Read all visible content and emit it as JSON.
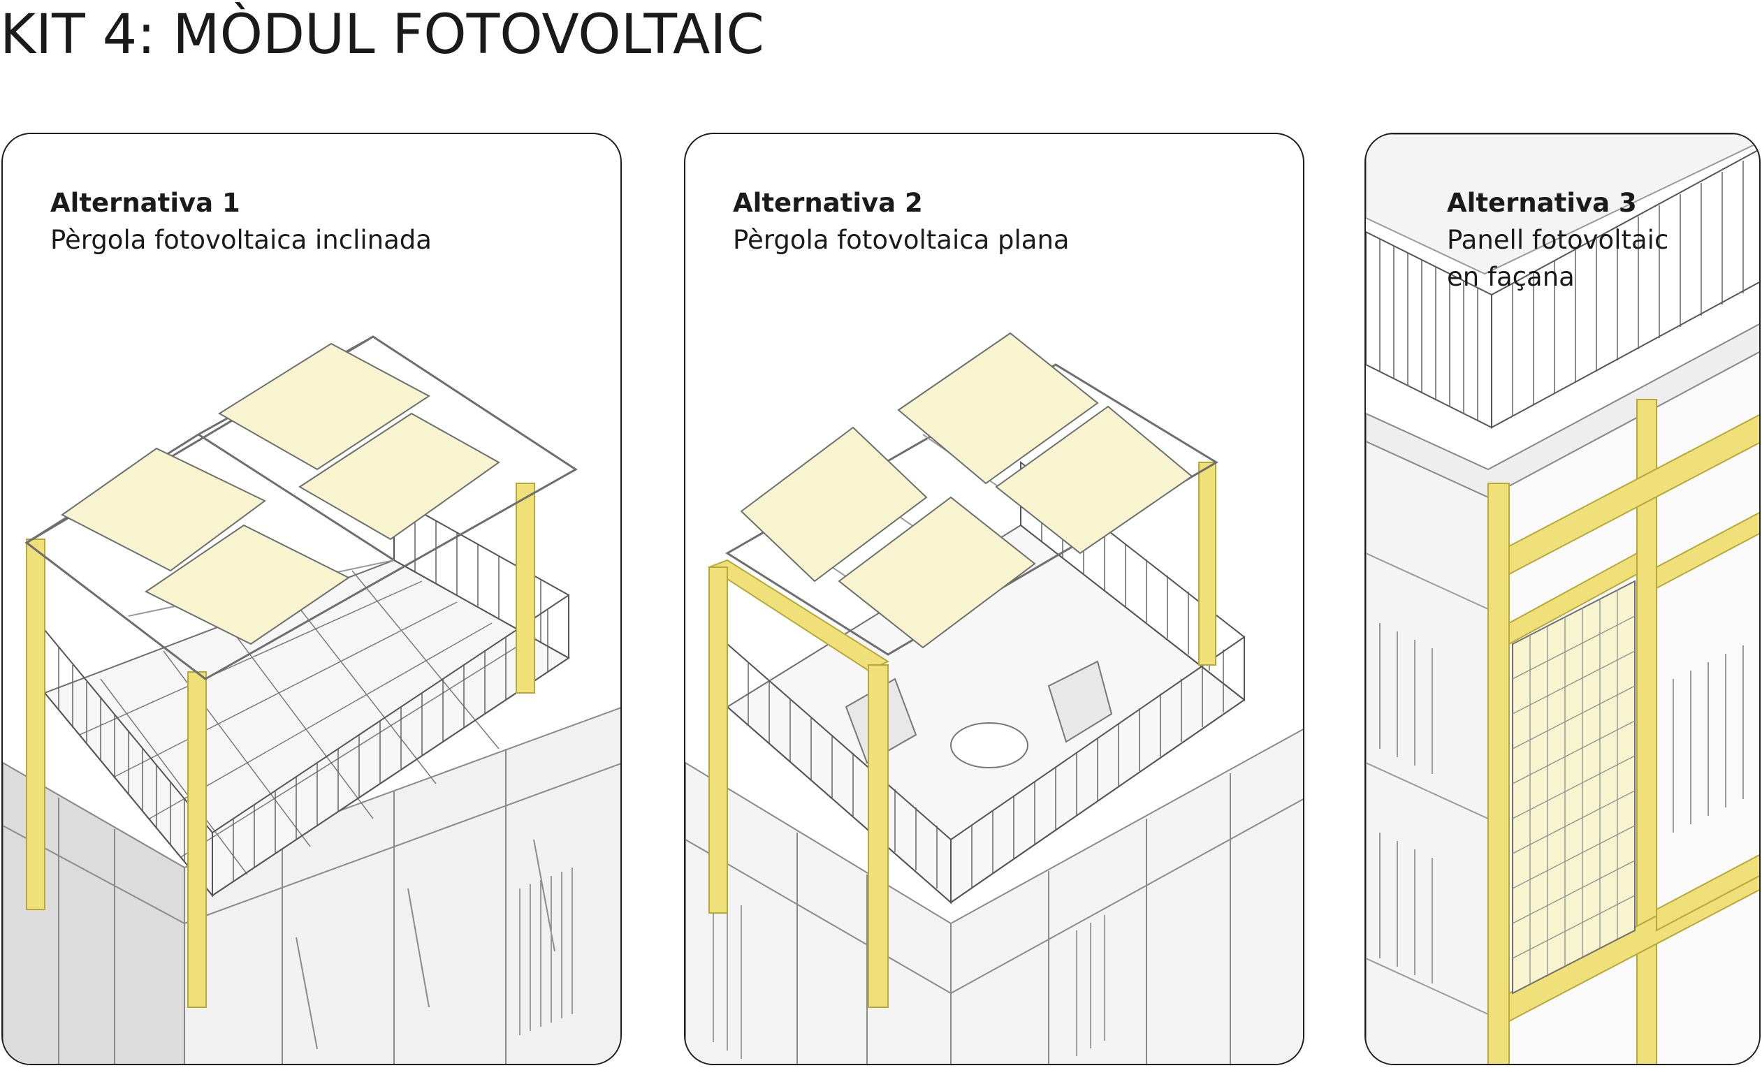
{
  "title": "KIT 4: MÒDUL FOTOVOLTAIC",
  "colors": {
    "panel_fill": "#f8f4cf",
    "structure_yellow": "#f0e07a",
    "line": "#6e6e6e",
    "card_border": "#1f1f1f"
  },
  "alternatives": [
    {
      "title": "Alternativa 1",
      "description": "Pèrgola fotovoltaica inclinada"
    },
    {
      "title": "Alternativa 2",
      "description": "Pèrgola fotovoltaica plana"
    },
    {
      "title": "Alternativa 3",
      "description": "Panell fotovoltaic en façana"
    }
  ]
}
